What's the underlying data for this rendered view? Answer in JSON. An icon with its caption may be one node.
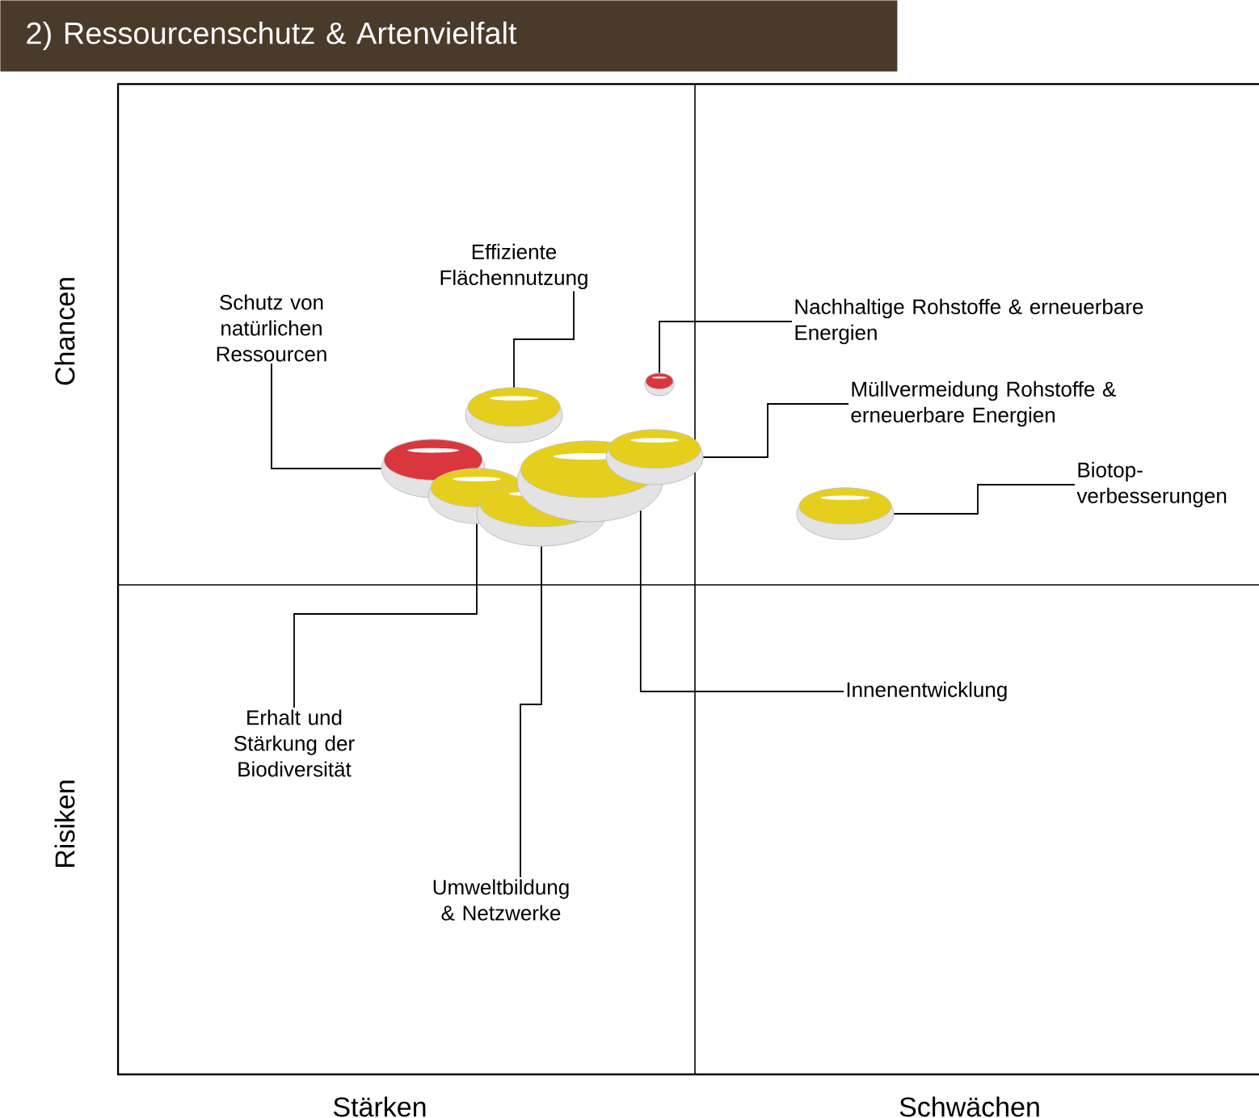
{
  "diagram": {
    "title": "2) Ressourcenschutz & Artenvielfalt",
    "nodes": [
      {
        "text": [
          "Schutz von natürlichen Ressourcen"
        ]
      },
      {
        "text": [
          "Effiziente Flächennutzung"
        ]
      },
      {
        "text": [
          "Nachhaltige Rohstoffe & erneuerbare Energien"
        ]
      },
      {
        "text": [
          "Müllvermeidung Rohstoffe & erneuerbare Energien"
        ]
      },
      {
        "text": [
          "Biotop- verbesserungen"
        ]
      },
      {
        "text": [
          "Innenentwicklung"
        ]
      },
      {
        "text": [
          "Erhalt und Stärkung der Biodiversität"
        ]
      },
      {
        "text": [
          "Umweltbildung & Netzwerke"
        ]
      },
      {
        "text": [],
        "shape": "ellipse"
      },
      {
        "text": [],
        "shape": "ellipse"
      },
      {
        "text": [],
        "shape": "ellipse"
      },
      {
        "text": [],
        "shape": "ellipse"
      },
      {
        "text": [],
        "shape": "ellipse"
      },
      {
        "text": [],
        "shape": "ellipse"
      },
      {
        "text": [],
        "shape": "ellipse"
      },
      {
        "text": [],
        "shape": "ellipse"
      }
    ],
    "edges": [
      {
        "from": 0,
        "to": 8,
        "arrow": "none"
      },
      {
        "from": 1,
        "to": 10,
        "arrow": "none"
      },
      {
        "from": 2,
        "to": 14,
        "arrow": "none"
      },
      {
        "from": 3,
        "to": 13,
        "arrow": "none"
      },
      {
        "from": 4,
        "to": 15,
        "arrow": "none"
      },
      {
        "from": 5,
        "to": 12,
        "arrow": "none"
      },
      {
        "from": 6,
        "to": 9,
        "arrow": "none"
      },
      {
        "from": 7,
        "to": 11,
        "arrow": "none"
      }
    ],
    "labels": [
      "Chancen",
      "Risiken",
      "Stärken",
      "Schwächen"
    ]
  }
}
